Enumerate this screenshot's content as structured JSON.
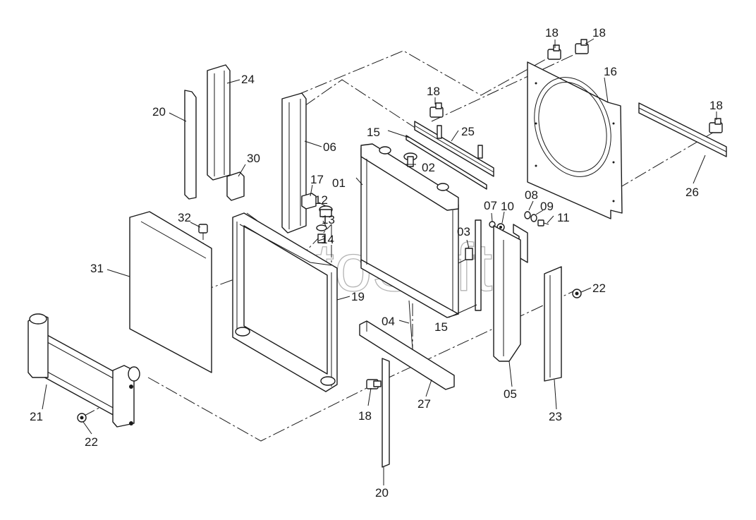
{
  "watermark": "AutoSoft",
  "callouts": {
    "c01": "01",
    "c02": "02",
    "c03": "03",
    "c04": "04",
    "c05": "05",
    "c06": "06",
    "c07": "07",
    "c08": "08",
    "c09": "09",
    "c10": "10",
    "c11": "11",
    "c12": "12",
    "c13": "13",
    "c14": "14",
    "c15a": "15",
    "c15b": "15",
    "c16": "16",
    "c17": "17",
    "c18a": "18",
    "c18b": "18",
    "c18c": "18",
    "c18d": "18",
    "c18e": "18",
    "c19": "19",
    "c20a": "20",
    "c20b": "20",
    "c21": "21",
    "c22a": "22",
    "c22b": "22",
    "c23": "23",
    "c24": "24",
    "c25": "25",
    "c26": "26",
    "c27": "27",
    "c30": "30",
    "c31": "31",
    "c32": "32"
  }
}
